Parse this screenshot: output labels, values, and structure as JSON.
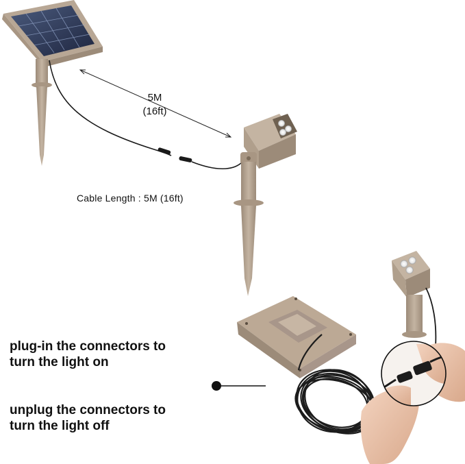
{
  "distance": {
    "length": "5M",
    "length_ft": "(16ft)"
  },
  "cable_label": "Cable Length : 5M (16ft)",
  "instructions": {
    "plug_in_line1": "plug-in the connectors to",
    "plug_in_line2": "turn the light on",
    "unplug_line1": "unplug the connectors to",
    "unplug_line2": "turn the light off"
  },
  "colors": {
    "product_body": "#b8a795",
    "product_shade": "#9c8b79",
    "solar_cell": "#2c3550",
    "cable": "#1a1a1a"
  }
}
